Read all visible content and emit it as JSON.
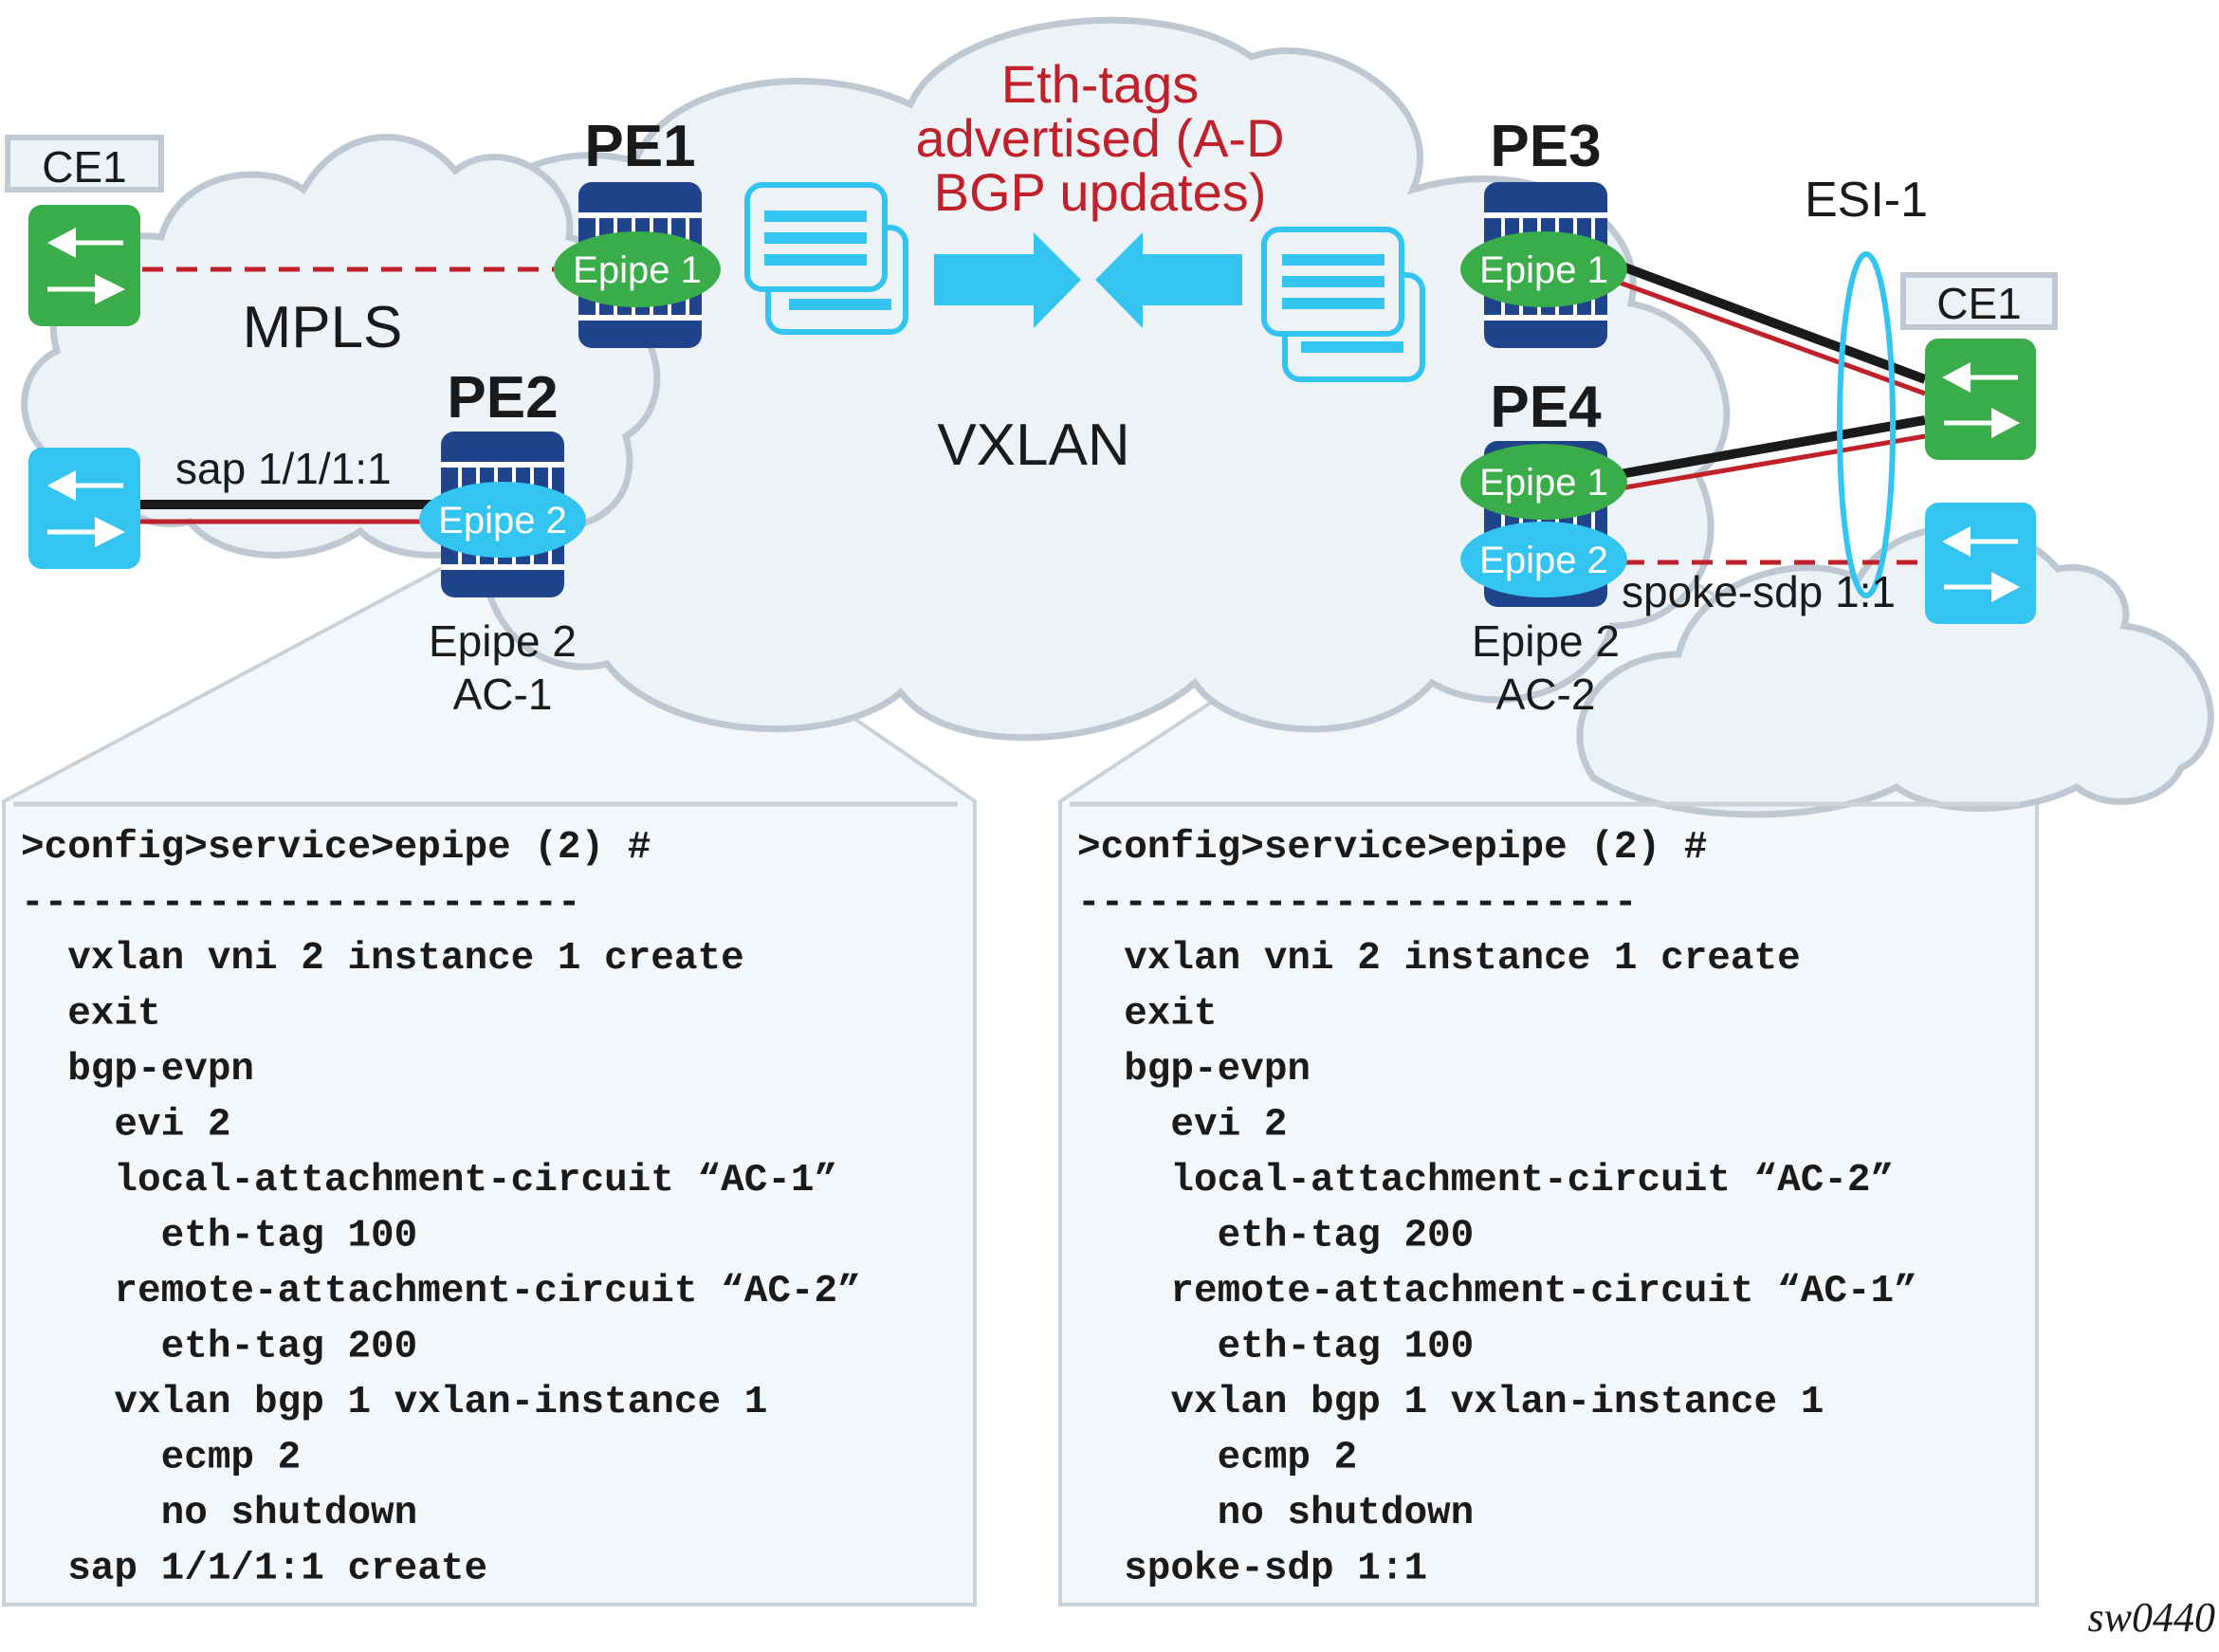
{
  "figure_id": "sw0440",
  "networks": {
    "mpls": "MPLS",
    "vxlan": "VXLAN"
  },
  "annotation": {
    "line1": "Eth-tags",
    "line2": "advertised (A-D",
    "line3": "BGP updates)"
  },
  "esi_label": "ESI-1",
  "colors": {
    "pe_device": "#20448c",
    "epipe1": "#3aac4a",
    "epipe2": "#33c4f0",
    "ce_green": "#3aac4a",
    "ce_blue": "#33c4f0",
    "link_red": "#c0202a",
    "link_black": "#1a1a1a",
    "annotation_red": "#c0202a",
    "cloud_fill": "#edf2f7",
    "cloud_stroke": "#bec8d2"
  },
  "ce_left": {
    "label": "CE1"
  },
  "ce_right": {
    "label": "CE1"
  },
  "pe1": {
    "title": "PE1",
    "epipes": [
      "Epipe 1"
    ]
  },
  "pe2": {
    "title": "PE2",
    "epipes": [
      "Epipe 2"
    ],
    "service_label": "Epipe 2",
    "ac_label": "AC-1",
    "sap_label": "sap 1/1/1:1"
  },
  "pe3": {
    "title": "PE3",
    "epipes": [
      "Epipe 1"
    ]
  },
  "pe4": {
    "title": "PE4",
    "epipes": [
      "Epipe 1",
      "Epipe 2"
    ],
    "service_label": "Epipe 2",
    "ac_label": "AC-2",
    "spoke_label": "spoke-sdp 1:1"
  },
  "config_left": {
    "lines": [
      ">config>service>epipe (2) #",
      "------------------------",
      "  vxlan vni 2 instance 1 create",
      "  exit",
      "  bgp-evpn",
      "    evi 2",
      "    local-attachment-circuit “AC-1”",
      "      eth-tag 100",
      "    remote-attachment-circuit “AC-2”",
      "      eth-tag 200",
      "    vxlan bgp 1 vxlan-instance 1",
      "      ecmp 2",
      "      no shutdown",
      "  sap 1/1/1:1 create"
    ]
  },
  "config_right": {
    "lines": [
      ">config>service>epipe (2) #",
      "------------------------",
      "  vxlan vni 2 instance 1 create",
      "  exit",
      "  bgp-evpn",
      "    evi 2",
      "    local-attachment-circuit “AC-2”",
      "      eth-tag 200",
      "    remote-attachment-circuit “AC-1”",
      "      eth-tag 100",
      "    vxlan bgp 1 vxlan-instance 1",
      "      ecmp 2",
      "      no shutdown",
      "  spoke-sdp 1:1"
    ]
  }
}
